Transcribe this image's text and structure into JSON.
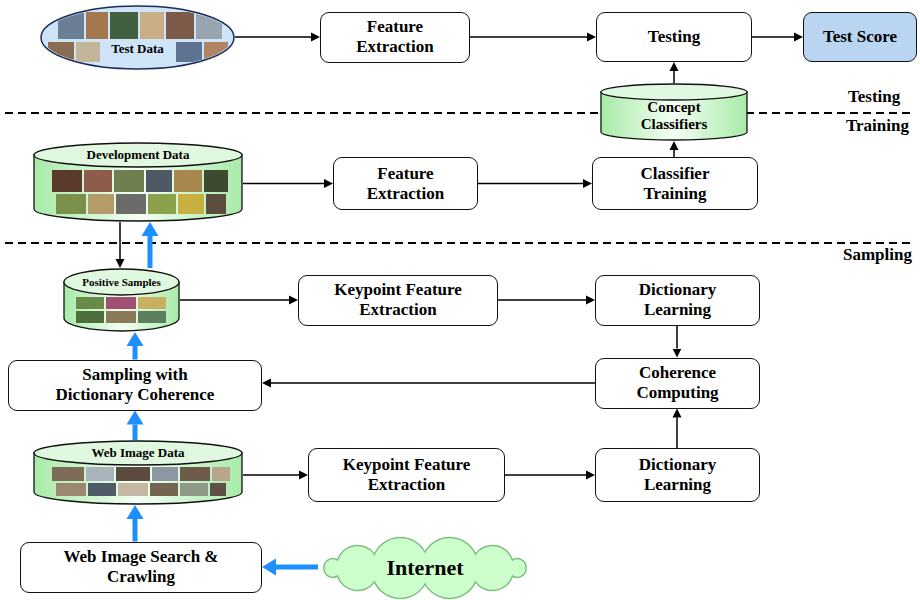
{
  "diagram": {
    "nodes": [
      {
        "text": [
          "Test Data"
        ]
      },
      {
        "text": [
          "Feature Extraction"
        ]
      },
      {
        "text": [
          "Testing"
        ]
      },
      {
        "text": [
          "Test Score"
        ]
      },
      {
        "text": [
          "Concept Classifiers"
        ]
      },
      {
        "text": [
          "Development Data"
        ]
      },
      {
        "text": [
          "Feature Extraction"
        ]
      },
      {
        "text": [
          "Classifier Training"
        ]
      },
      {
        "text": [
          "Positive Samples"
        ]
      },
      {
        "text": [
          "Keypoint Feature Extraction"
        ]
      },
      {
        "text": [
          "Dictionary Learning"
        ]
      },
      {
        "text": [
          "Sampling with Dictionary Coherence"
        ]
      },
      {
        "text": [
          "Coherence Computing"
        ]
      },
      {
        "text": [
          "Web Image Data"
        ]
      },
      {
        "text": [
          "Keypoint Feature Extraction"
        ]
      },
      {
        "text": [
          "Dictionary Learning"
        ]
      },
      {
        "text": [
          "Web Image Search & Crawling"
        ]
      },
      {
        "text": [
          "Internet"
        ]
      }
    ],
    "edges": [
      {
        "from": 0,
        "to": 1,
        "arrow": "to"
      },
      {
        "from": 1,
        "to": 2,
        "arrow": "to"
      },
      {
        "from": 2,
        "to": 3,
        "arrow": "to"
      },
      {
        "from": 4,
        "to": 2,
        "arrow": "to"
      },
      {
        "from": 5,
        "to": 6,
        "arrow": "to"
      },
      {
        "from": 6,
        "to": 7,
        "arrow": "to"
      },
      {
        "from": 7,
        "to": 4,
        "arrow": "to"
      },
      {
        "from": 5,
        "to": 8,
        "arrow": "to"
      },
      {
        "from": 8,
        "to": 5,
        "arrow": "to"
      },
      {
        "from": 8,
        "to": 9,
        "arrow": "to"
      },
      {
        "from": 9,
        "to": 10,
        "arrow": "to"
      },
      {
        "from": 10,
        "to": 12,
        "arrow": "to"
      },
      {
        "from": 12,
        "to": 11,
        "arrow": "to"
      },
      {
        "from": 11,
        "to": 8,
        "arrow": "to"
      },
      {
        "from": 13,
        "to": 11,
        "arrow": "to"
      },
      {
        "from": 13,
        "to": 14,
        "arrow": "to"
      },
      {
        "from": 14,
        "to": 15,
        "arrow": "to"
      },
      {
        "from": 15,
        "to": 12,
        "arrow": "to"
      },
      {
        "from": 16,
        "to": 13,
        "arrow": "to"
      },
      {
        "from": 17,
        "to": 16,
        "arrow": "to"
      }
    ],
    "labels": [
      "Testing",
      "Training",
      "Sampling"
    ]
  }
}
